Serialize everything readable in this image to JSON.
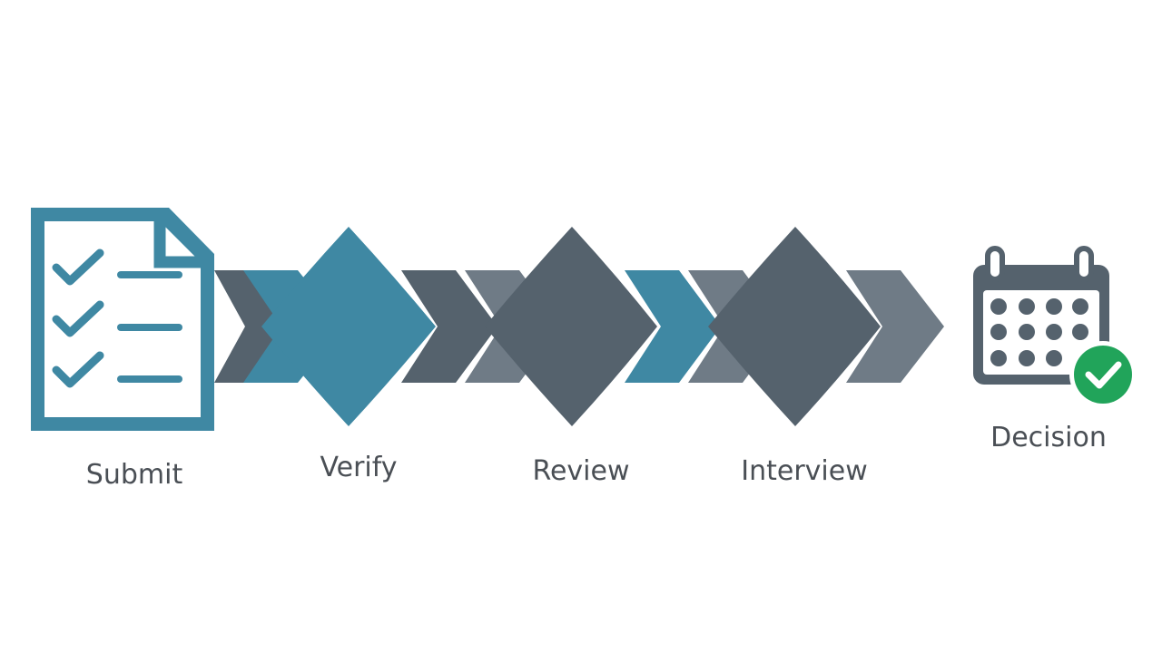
{
  "steps": [
    {
      "label": "Submit",
      "icon": "checklist-document-icon"
    },
    {
      "label": "Verify",
      "icon": "diamond-step-icon"
    },
    {
      "label": "Review",
      "icon": "diamond-step-icon"
    },
    {
      "label": "Interview",
      "icon": "diamond-step-icon"
    },
    {
      "label": "Decision",
      "icon": "calendar-check-icon"
    }
  ],
  "colors": {
    "teal": "#3f88a3",
    "slate": "#55626d",
    "gray": "#6f7b86",
    "check_green": "#21a45a",
    "label_text": "#4a4f55"
  }
}
